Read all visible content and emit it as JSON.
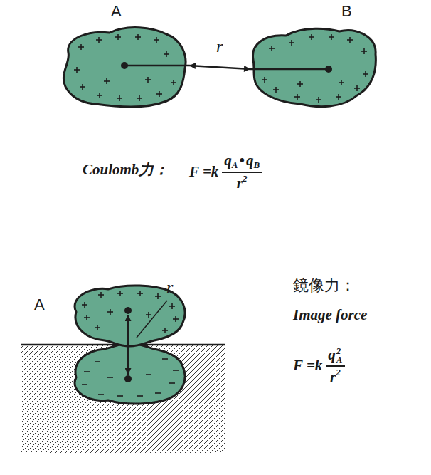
{
  "diagram": {
    "nodes": [
      {
        "text": [
          "A"
        ]
      },
      {
        "text": [
          "B"
        ]
      },
      {
        "text": [
          "A"
        ]
      }
    ],
    "edges": [
      {
        "from": 0,
        "to": 1,
        "arrow": "both",
        "label": "r"
      }
    ],
    "labels": [
      "Coulomb力：",
      "F =k",
      "q",
      "A",
      "•",
      "q",
      "B",
      "r",
      "2",
      "r",
      "鏡像力：",
      "Image force",
      "F =k",
      "q",
      "A",
      "2",
      "r",
      "2"
    ]
  }
}
